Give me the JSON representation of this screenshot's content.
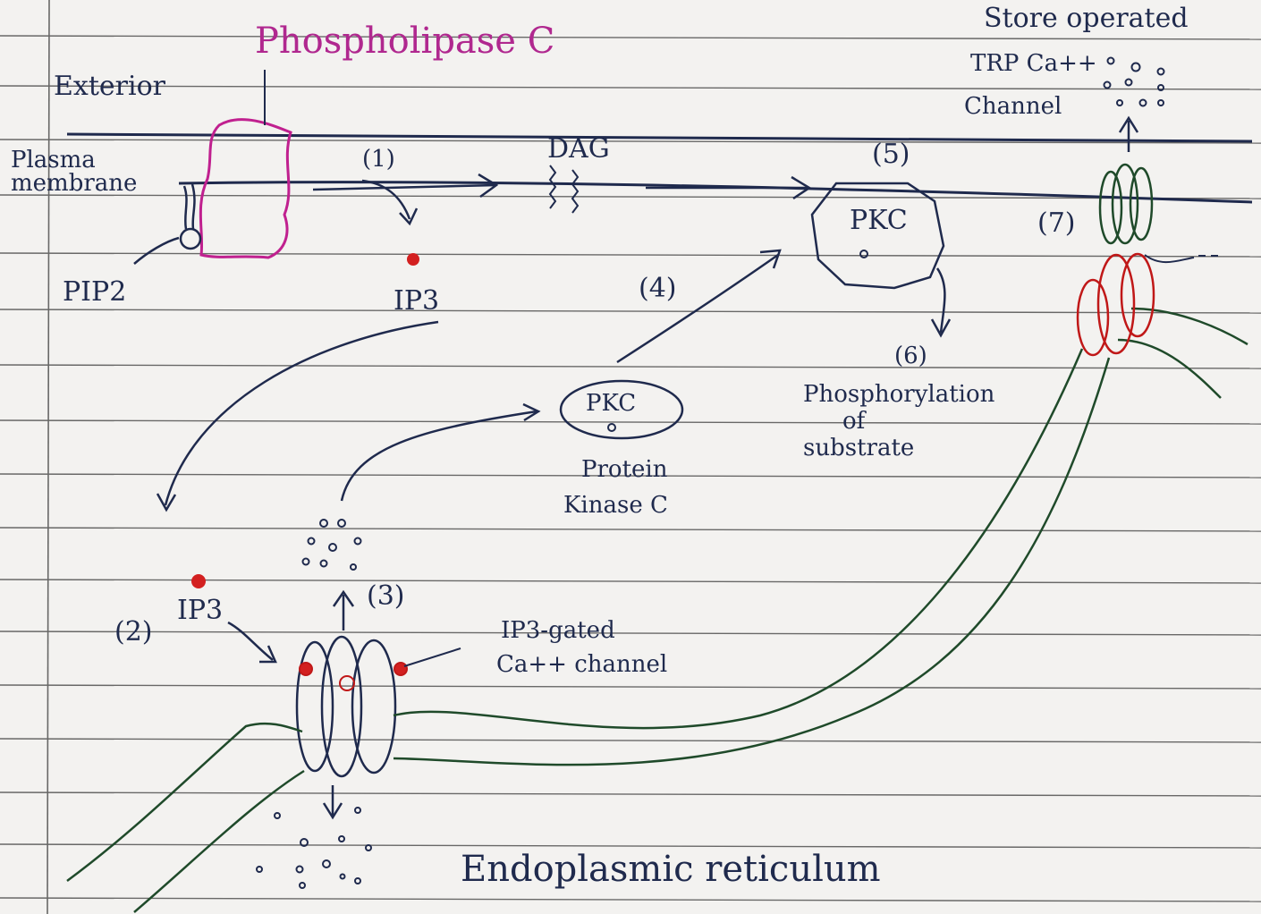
{
  "labels": {
    "phospholipase": "Phospholipase C",
    "exterior": "Exterior",
    "plasma_membrane_1": "Plasma",
    "plasma_membrane_2": "membrane",
    "pip2": "PIP2",
    "step1": "(1)",
    "ip3_top": "IP3",
    "dag": "DAG",
    "step4": "(4)",
    "step5": "(5)",
    "pkc_top": "PKC",
    "step6": "(6)",
    "phos_1": "Phosphorylation",
    "phos_2": "of",
    "phos_3": "substrate",
    "pkc_mid": "PKC",
    "protein_kinase_1": "Protein",
    "protein_kinase_2": "Kinase C",
    "step2": "(2)",
    "ip3_bottom": "IP3",
    "step3": "(3)",
    "ip3_channel_1": "IP3-gated",
    "ip3_channel_2": "Ca++ channel",
    "store_1": "Store operated",
    "store_2": "TRP Ca++",
    "store_3": "Channel",
    "step7": "(7)",
    "er": "Endoplasmic reticulum"
  },
  "colors": {
    "ink": "#1f2a4d",
    "enzyme": "#c0208f",
    "ip3_dot": "#d32020",
    "er_membrane": "#1f4a2a",
    "red_channel": "#c01818",
    "rule_line": "#2a2a2a"
  }
}
